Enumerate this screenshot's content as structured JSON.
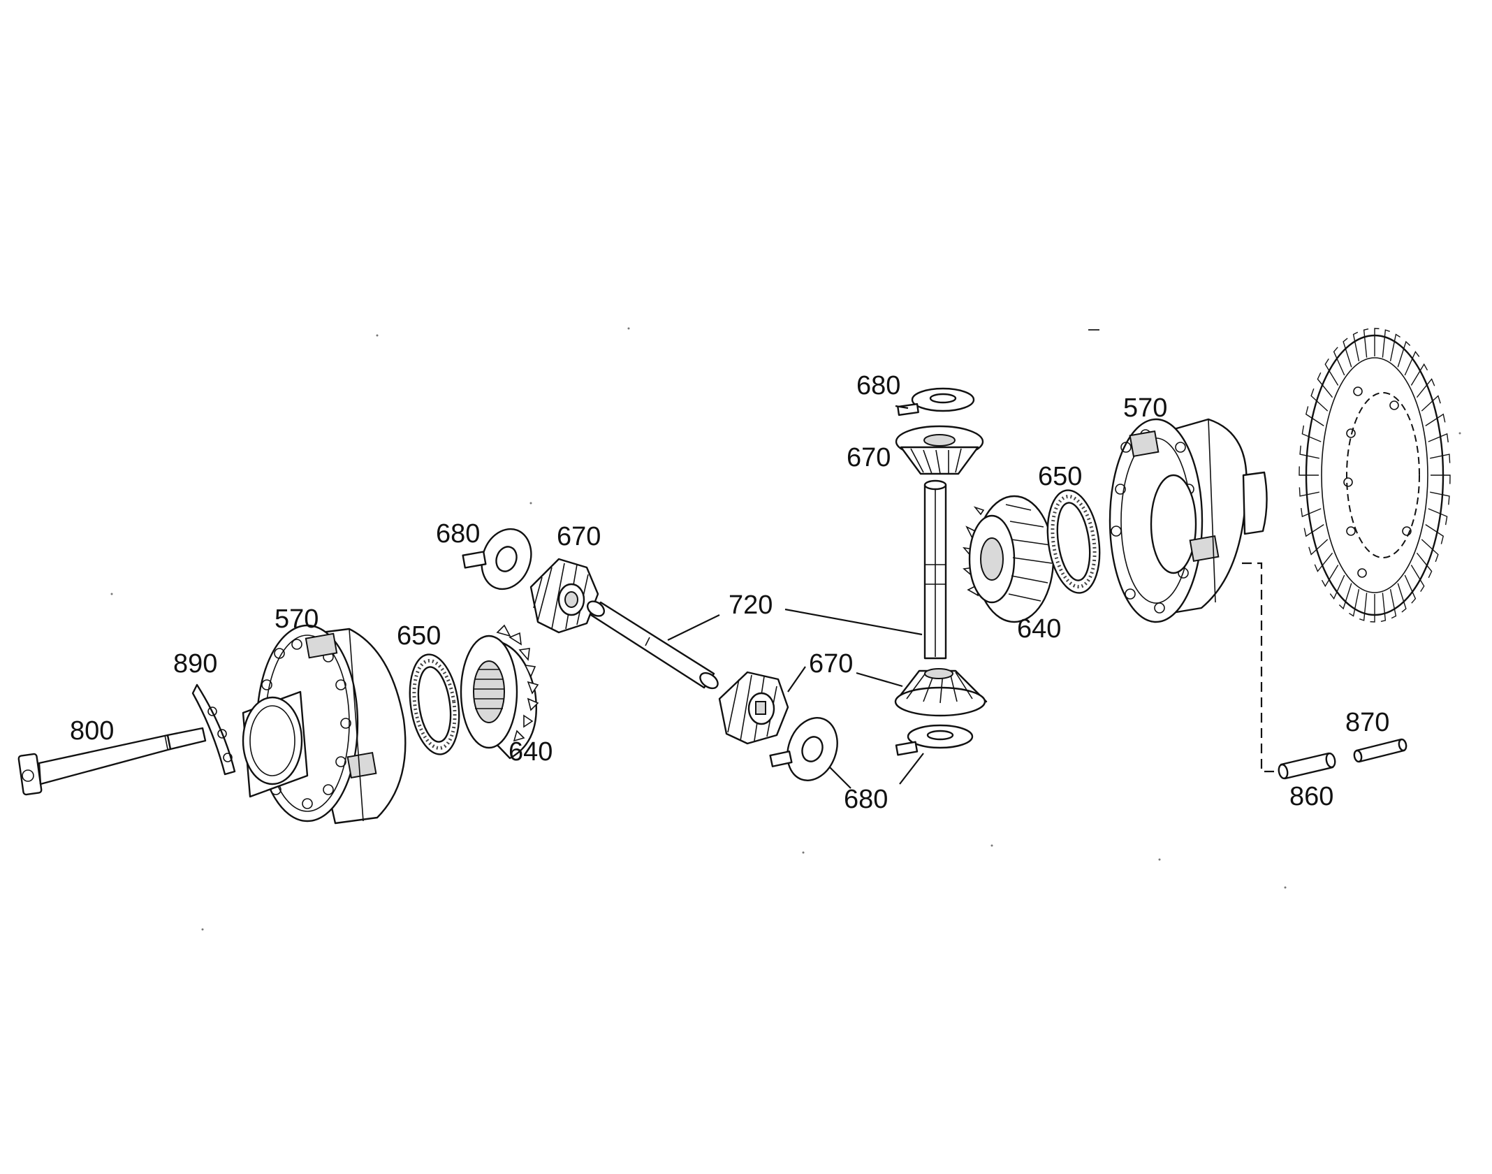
{
  "diagram": {
    "type": "exploded-parts-view",
    "callouts": [
      {
        "id": "c800",
        "text": "800"
      },
      {
        "id": "c890",
        "text": "890"
      },
      {
        "id": "c570a",
        "text": "570"
      },
      {
        "id": "c650a",
        "text": "650"
      },
      {
        "id": "c640a",
        "text": "640"
      },
      {
        "id": "c680a",
        "text": "680"
      },
      {
        "id": "c670a",
        "text": "670"
      },
      {
        "id": "c720",
        "text": "720"
      },
      {
        "id": "c670b",
        "text": "670"
      },
      {
        "id": "c680b",
        "text": "680"
      },
      {
        "id": "c680c",
        "text": "680"
      },
      {
        "id": "c670c",
        "text": "670"
      },
      {
        "id": "c640b",
        "text": "640"
      },
      {
        "id": "c650b",
        "text": "650"
      },
      {
        "id": "c570b",
        "text": "570"
      },
      {
        "id": "c870",
        "text": "870"
      },
      {
        "id": "c860",
        "text": "860"
      }
    ]
  }
}
